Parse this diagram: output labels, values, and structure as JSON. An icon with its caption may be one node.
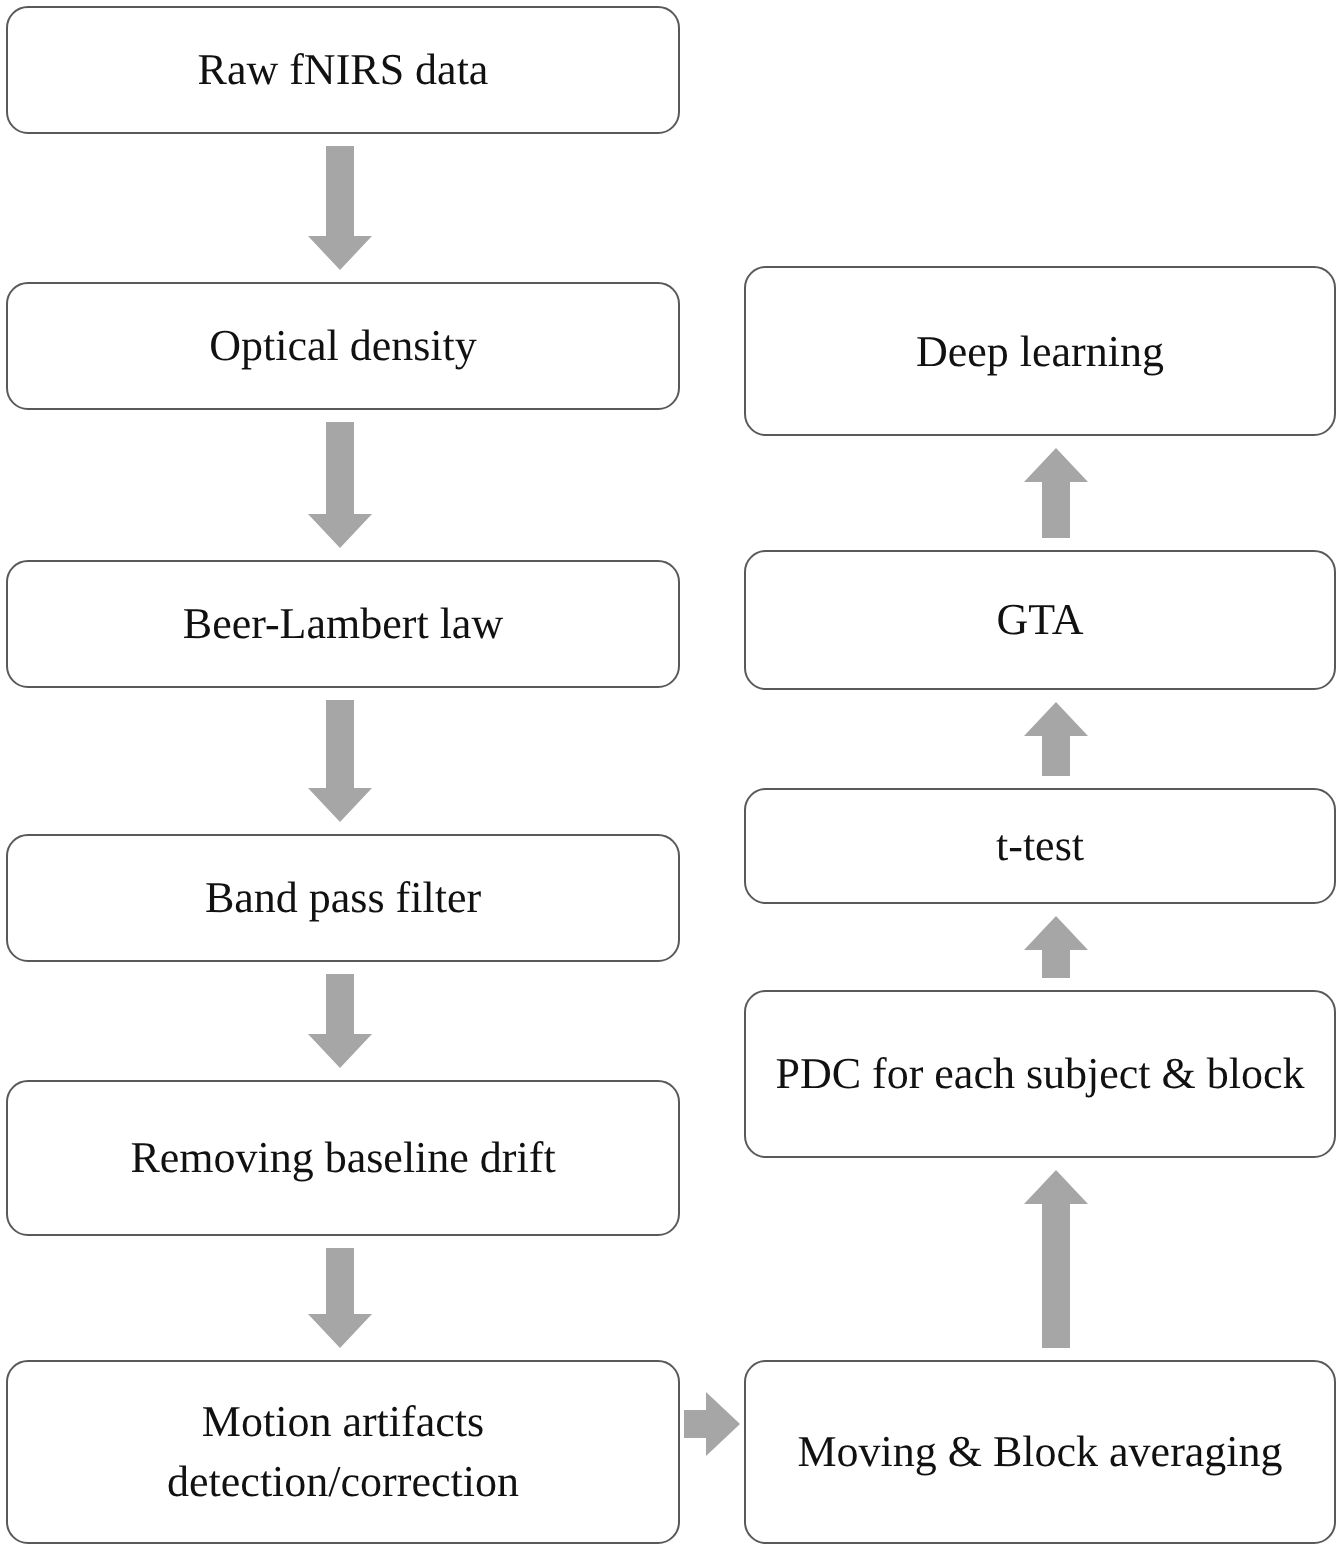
{
  "diagram": {
    "nodes": [
      {
        "text": [
          "Raw fNIRS data"
        ]
      },
      {
        "text": [
          "Optical density"
        ]
      },
      {
        "text": [
          "Beer-Lambert law"
        ]
      },
      {
        "text": [
          "Band pass filter"
        ]
      },
      {
        "text": [
          "Removing baseline drift"
        ]
      },
      {
        "text": [
          "Motion artifacts detection/correction"
        ]
      },
      {
        "text": [
          "Moving & Block averaging"
        ]
      },
      {
        "text": [
          "PDC for each subject & block"
        ]
      },
      {
        "text": [
          "t-test"
        ]
      },
      {
        "text": [
          "GTA"
        ]
      },
      {
        "text": [
          "Deep learning"
        ]
      }
    ],
    "edges": [
      {
        "from": 0,
        "to": 1,
        "arrow": "to"
      },
      {
        "from": 1,
        "to": 2,
        "arrow": "to"
      },
      {
        "from": 2,
        "to": 3,
        "arrow": "to"
      },
      {
        "from": 3,
        "to": 4,
        "arrow": "to"
      },
      {
        "from": 4,
        "to": 5,
        "arrow": "to"
      },
      {
        "from": 5,
        "to": 6,
        "arrow": "to"
      },
      {
        "from": 6,
        "to": 7,
        "arrow": "to"
      },
      {
        "from": 7,
        "to": 8,
        "arrow": "to"
      },
      {
        "from": 8,
        "to": 9,
        "arrow": "to"
      },
      {
        "from": 9,
        "to": 10,
        "arrow": "to"
      }
    ]
  }
}
